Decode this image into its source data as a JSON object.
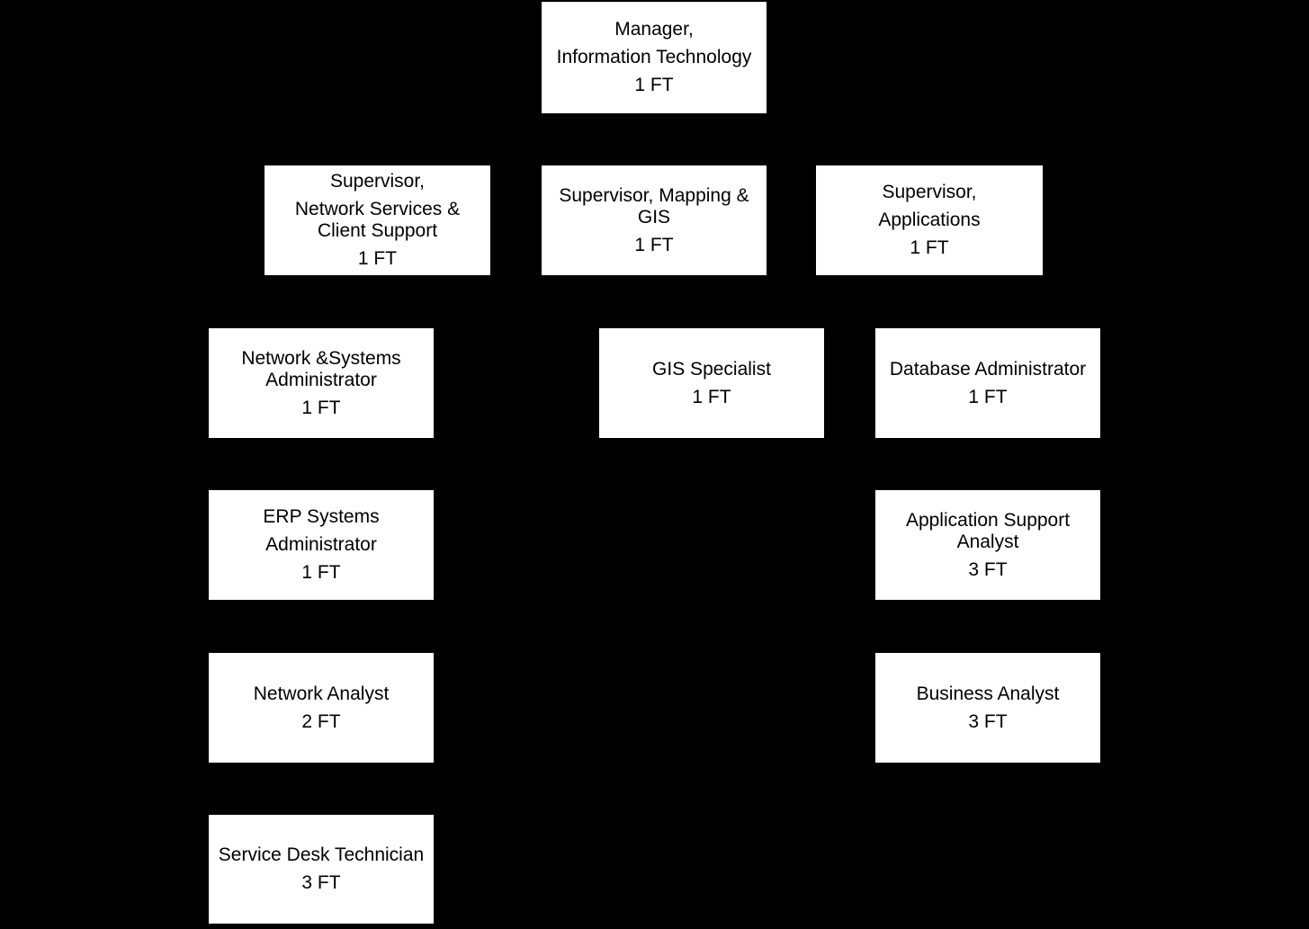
{
  "colors": {
    "background": "#000000",
    "node_fill": "#ffffff",
    "node_text": "#000000"
  },
  "diagram": {
    "type": "org-chart",
    "nodes": {
      "manager": {
        "paras": [
          "Manager,",
          "Information Technology",
          "1 FT"
        ],
        "role": "Manager, Information Technology",
        "count": "1 FT"
      },
      "sup_network": {
        "paras": [
          "Supervisor,",
          "Network Services &\nClient Support",
          "1 FT"
        ],
        "role": "Supervisor, Network Services & Client Support",
        "count": "1 FT"
      },
      "sup_gis": {
        "paras": [
          "Supervisor, Mapping &\nGIS",
          "1 FT"
        ],
        "role": "Supervisor, Mapping & GIS",
        "count": "1 FT"
      },
      "sup_apps": {
        "paras": [
          "Supervisor,",
          "Applications",
          "1 FT"
        ],
        "role": "Supervisor, Applications",
        "count": "1 FT"
      },
      "net_sys_admin": {
        "paras": [
          "Network &Systems\nAdministrator",
          "1 FT"
        ],
        "role": "Network &Systems Administrator",
        "count": "1 FT"
      },
      "gis_specialist": {
        "paras": [
          "GIS Specialist",
          "1 FT"
        ],
        "role": "GIS Specialist",
        "count": "1 FT"
      },
      "db_admin": {
        "paras": [
          "Database Administrator",
          "1 FT"
        ],
        "role": "Database Administrator",
        "count": "1 FT"
      },
      "erp_admin": {
        "paras": [
          "ERP Systems",
          "Administrator",
          "1 FT"
        ],
        "role": "ERP Systems Administrator",
        "count": "1 FT"
      },
      "app_support": {
        "paras": [
          "Application Support\nAnalyst",
          "3 FT"
        ],
        "role": "Application Support Analyst",
        "count": "3 FT"
      },
      "network_analyst": {
        "paras": [
          "Network Analyst",
          "2 FT"
        ],
        "role": "Network Analyst",
        "count": "2 FT"
      },
      "business_analyst": {
        "paras": [
          "Business Analyst",
          "3 FT"
        ],
        "role": "Business Analyst",
        "count": "3 FT"
      },
      "service_desk": {
        "paras": [
          "Service Desk Technician",
          "3 FT"
        ],
        "role": "Service Desk Technician",
        "count": "3 FT"
      }
    }
  }
}
